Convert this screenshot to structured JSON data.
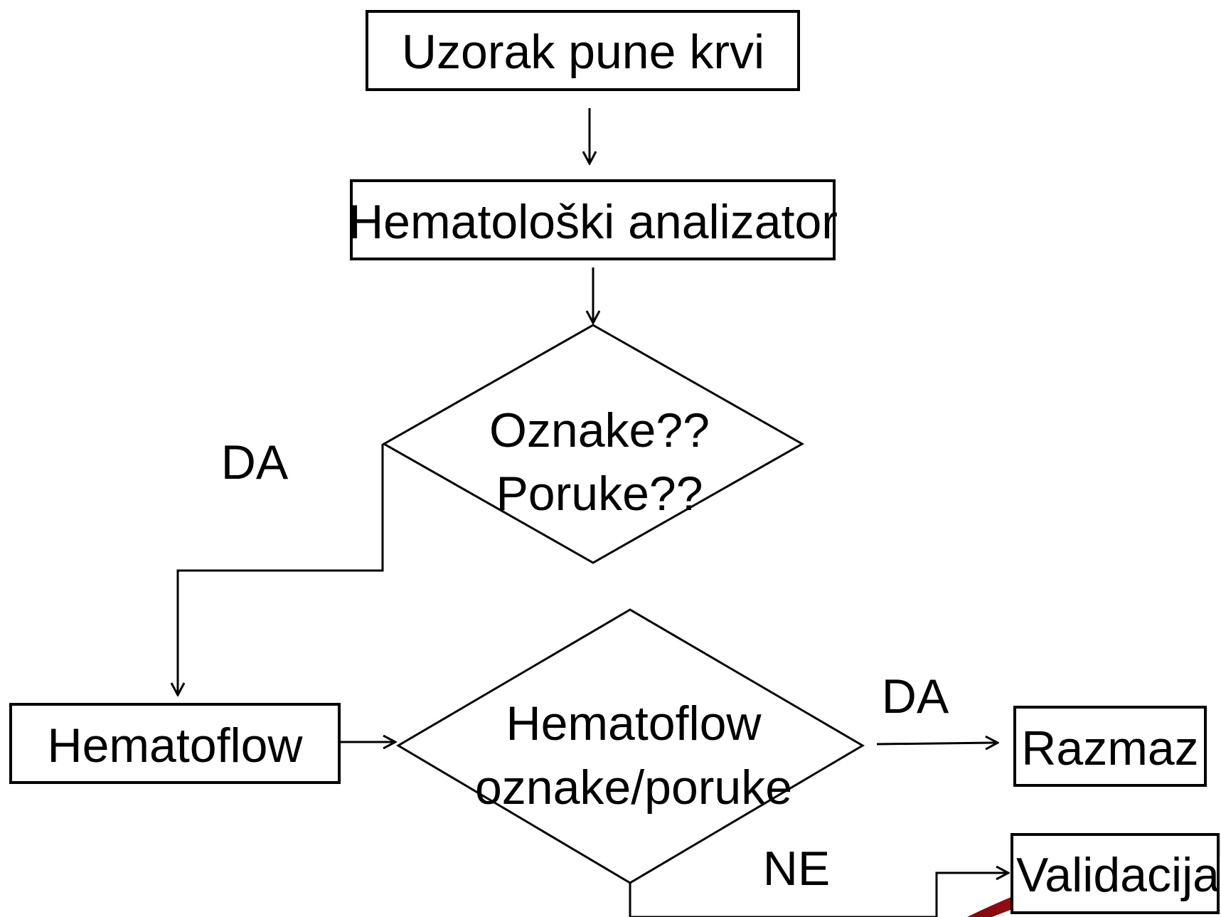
{
  "nodes": {
    "sample": "Uzorak pune krvi",
    "analyzer": "Hematološki analizator",
    "decision1": [
      "Oznake??",
      "Poruke??"
    ],
    "hematoflow": "Hematoflow",
    "decision2": [
      "Hematoflow",
      "oznake/poruke"
    ],
    "smear": "Razmaz",
    "validation": "Validacija"
  },
  "edge_labels": {
    "yes_left": "DA",
    "yes_right": "DA",
    "no_bottom": "NE"
  },
  "colors": {
    "line": "#000000",
    "swoosh": "#c0141c"
  }
}
